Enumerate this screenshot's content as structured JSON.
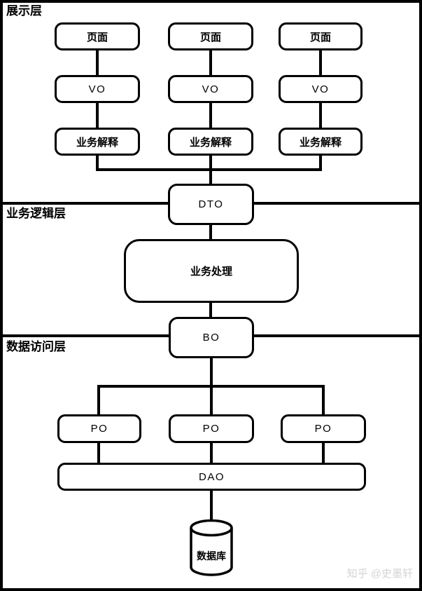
{
  "layers": {
    "presentation": "展示层",
    "business": "业务逻辑层",
    "data_access": "数据访问层"
  },
  "nodes": {
    "page": "页面",
    "vo": "VO",
    "interpretation": "业务解释",
    "dto": "DTO",
    "processing": "业务处理",
    "bo": "BO",
    "po": "PO",
    "dao": "DAO",
    "database": "数据库"
  },
  "watermark": "知乎 @史墨轩",
  "colors": {
    "stroke": "#000000",
    "background": "#ffffff",
    "watermark": "#d4d4d4"
  }
}
